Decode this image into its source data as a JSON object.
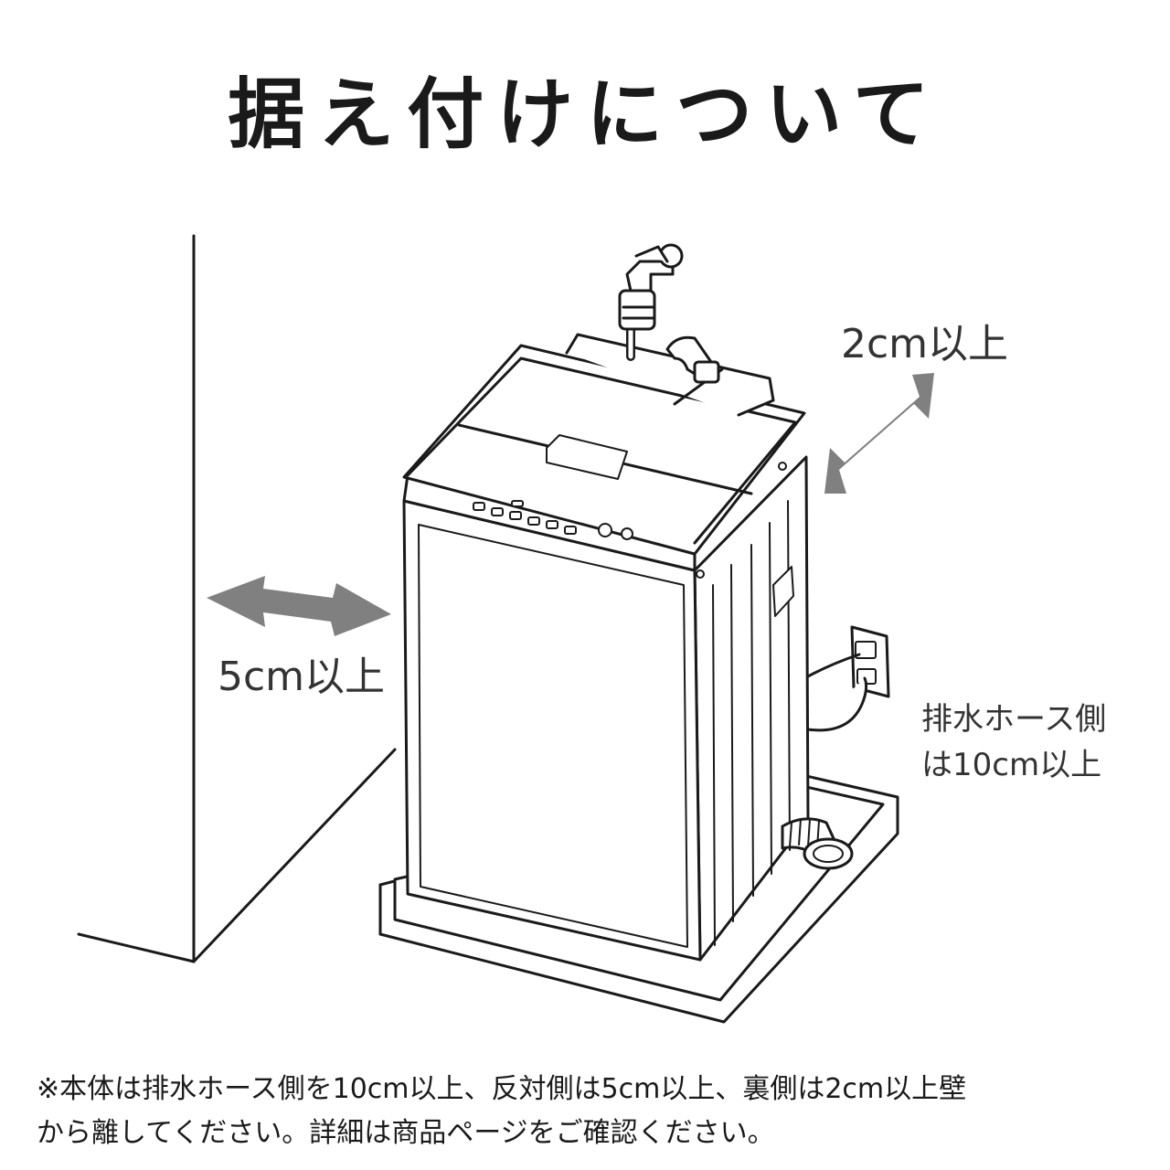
{
  "title": "据え付けについて",
  "labels": {
    "rear_clearance": "2cm以上",
    "left_clearance": "5cm以上",
    "drain_side_line1": "排水ホース側",
    "drain_side_line2": "は10cm以上"
  },
  "note": {
    "line1": "※本体は排水ホース側を10cm以上、反対側は5cm以上、裏側は2cm以上壁",
    "line2": "から離してください。詳細は商品ページをご確認ください。"
  },
  "colors": {
    "line": "#1a1a1a",
    "arrow": "#808080",
    "text": "#333333"
  },
  "icons": {
    "faucet": "faucet-icon",
    "outlet": "power-outlet-icon",
    "drain": "floor-drain-icon"
  }
}
